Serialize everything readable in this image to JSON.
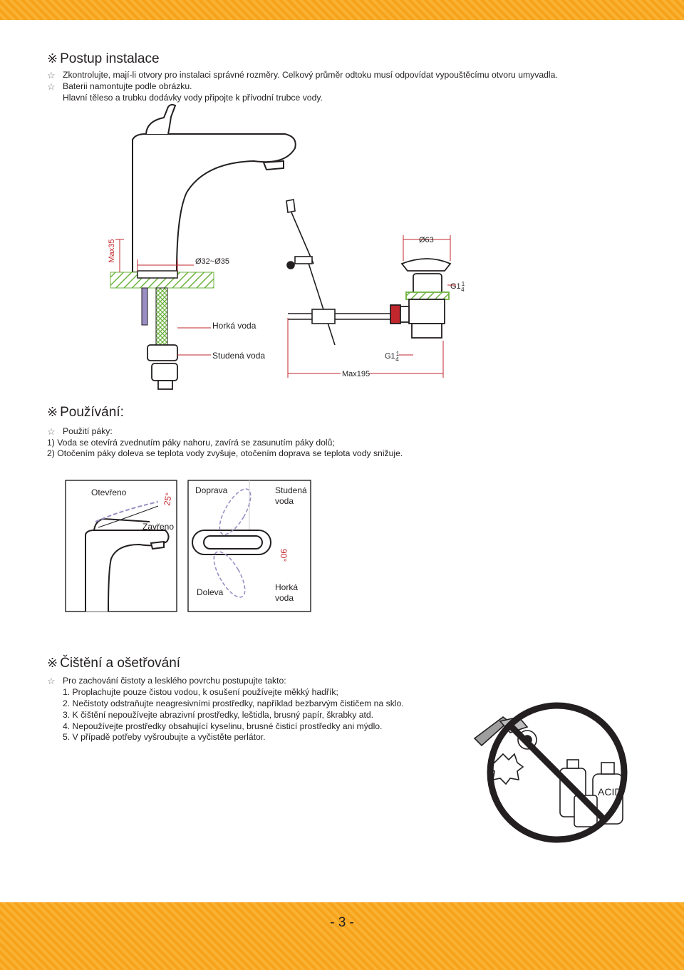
{
  "footer": {
    "page_number": "- 3 -"
  },
  "section1": {
    "marker": "※",
    "title": "Postup instalace",
    "lines": [
      "Zkontrolujte, mají-li otvory pro instalaci správné rozměry. Celkový průměr odtoku musí odpovídat vypouštěcímu otvoru umyvadla.",
      "Baterii namontujte podle obrázku.",
      "Hlavní těleso a trubku dodávky vody připojte k přívodní trubce vody."
    ]
  },
  "diagram1": {
    "max35": "Max35",
    "hole": "Ø32~Ø35",
    "d63": "Ø63",
    "g": "G1",
    "frac": "1",
    "frac_den": "4",
    "hot": "Horká voda",
    "cold": "Studená voda",
    "max195": "Max195"
  },
  "section2": {
    "marker": "※",
    "title": "Používání:",
    "lines": [
      "Použití páky:",
      "1)  Voda se otevírá zvednutím páky nahoru, zavírá se zasunutím páky dolů;",
      "2)  Otočením páky doleva se teplota vody zvyšuje, otočením doprava se teplota vody snižuje."
    ]
  },
  "diagram2": {
    "open": "Otevřeno",
    "angle1": "25°",
    "closed": "Zavřeno",
    "right": "Doprava",
    "cold1": "Studená",
    "cold2": "voda",
    "angle2": "90°",
    "left": "Doleva",
    "hot1": "Horká",
    "hot2": "voda"
  },
  "section3": {
    "marker": "※",
    "title": "Čištění a ošetřování",
    "lines": [
      "Pro zachování čistoty a lesklého povrchu postupujte takto:",
      "1.  Proplachujte pouze čistou vodou, k osušení používejte měkký hadřík;",
      "2.  Nečistoty odstraňujte neagresivními prostředky, například bezbarvým čističem na sklo.",
      "3.  K čištění nepoužívejte abrazivní prostředky, leštidla, brusný papír, škrabky atd.",
      "4.  Nepoužívejte prostředky obsahující kyselinu, brusné čisticí prostředky ani mýdlo.",
      "5.  V případě potřeby vyšroubujte a vyčistěte perlátor."
    ]
  },
  "prohibition": {
    "acid": "ACID"
  },
  "colors": {
    "band": "#f7a21b",
    "hatch": "#6db33f",
    "lever_path": "#9b8ec4"
  }
}
